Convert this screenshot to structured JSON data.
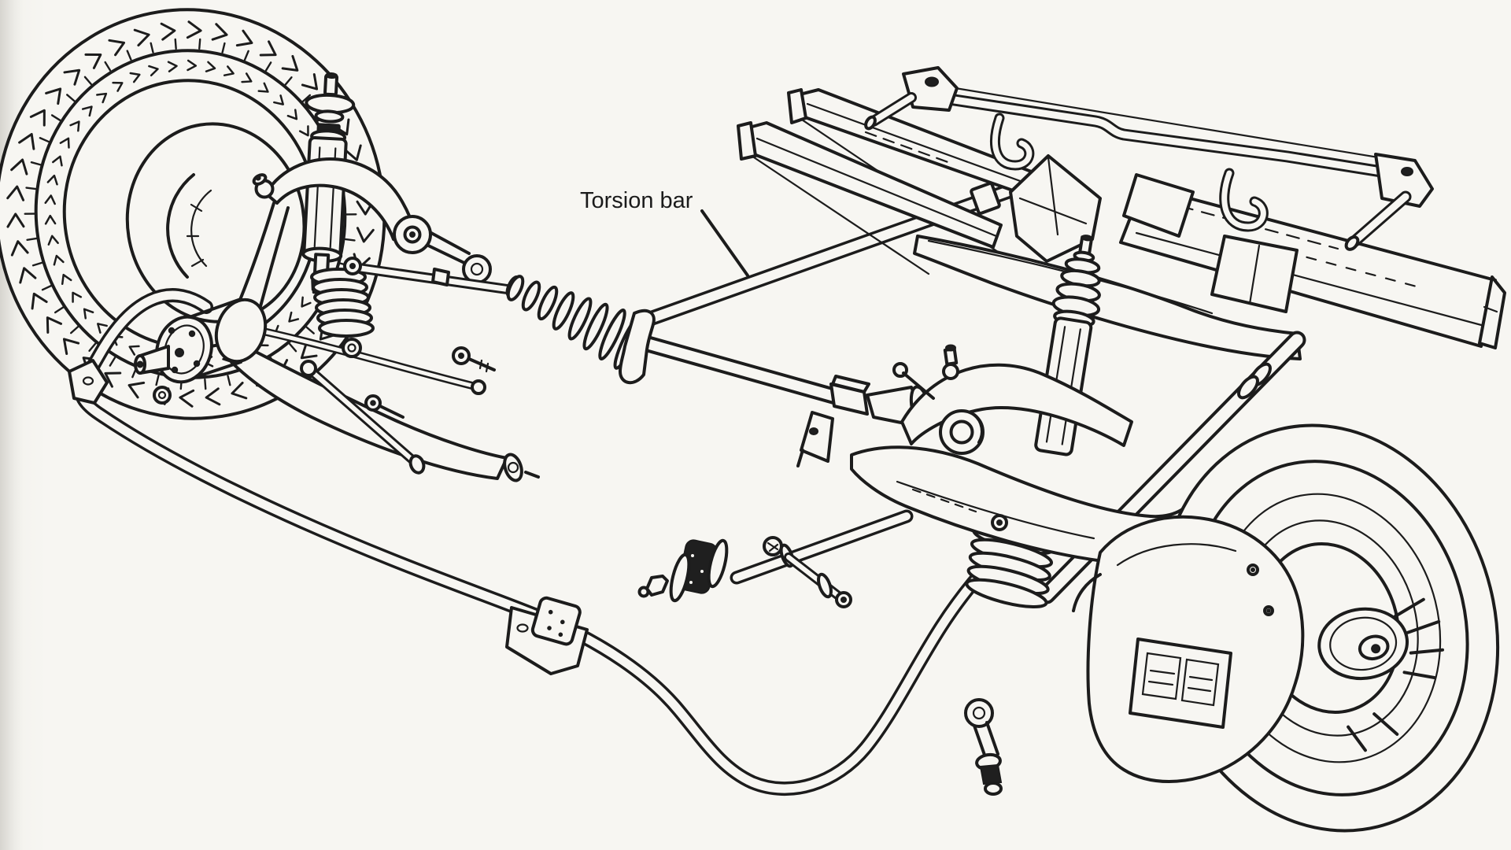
{
  "figure": {
    "type": "technical-line-illustration",
    "subject": "Front suspension assembly with torsion bars",
    "background_color": "#f7f6f2",
    "ink_color": "#1c1c1c",
    "labels": [
      {
        "text": "Torsion bar"
      }
    ],
    "parts": [
      "tire",
      "tread-pattern",
      "wheel-hub-left",
      "shock-absorber-left",
      "coil-boot-left",
      "upper-control-arm-left",
      "ball-joint-left",
      "lower-control-arm-left",
      "tie-rod",
      "steering-rack-boot",
      "torsion-bar",
      "torsion-bar-right",
      "anchor-hex",
      "anchor-funnel",
      "frame-rail-rear",
      "frame-rail-front",
      "crossmember-bracket",
      "curved-frame-member",
      "wide-crossmember",
      "strut-rod-linkage",
      "sway-bar",
      "sway-bar-bracket",
      "sway-bar-link",
      "shock-absorber-right",
      "upper-control-arm-right",
      "lower-control-arm-right",
      "strut-rod-bushing",
      "spring-boot-right",
      "brake-rotor",
      "wheel-hub-right",
      "brake-caliper"
    ]
  }
}
